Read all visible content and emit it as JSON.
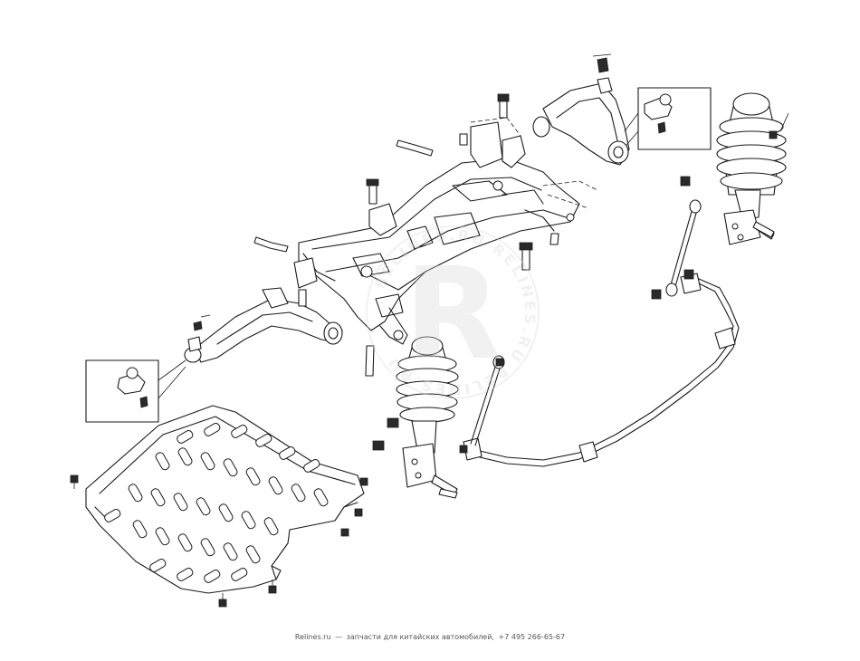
{
  "diagram": {
    "watermark": {
      "logo_letter": "R",
      "ring_text": "RELINES.RU  RELINES.RU  RELINES.RU  "
    },
    "footer": {
      "site": "Relines.ru",
      "dash": "—",
      "description": "запчасти для китайских автомобилей,",
      "phone": "+7 495 266-65-67"
    },
    "colors": {
      "line": "#1a1a1a",
      "background": "#ffffff",
      "watermark": "#d9d9d9",
      "footer_text": "#555555"
    }
  }
}
